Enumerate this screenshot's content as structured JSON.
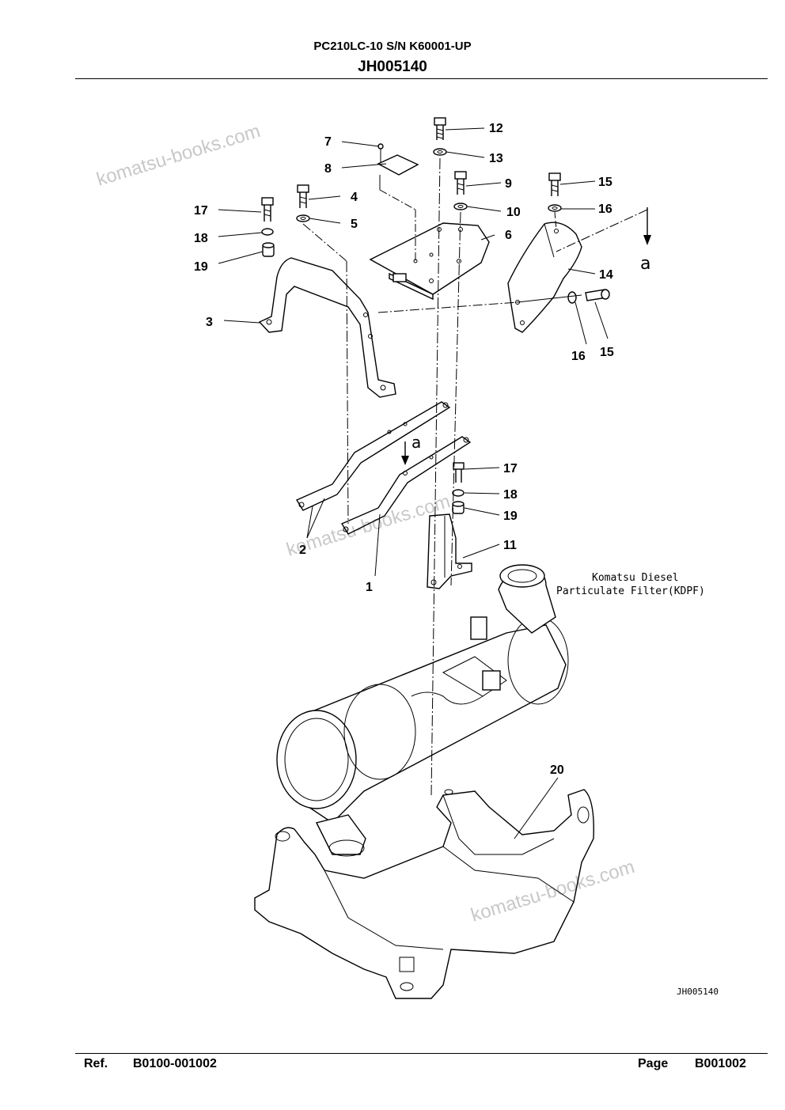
{
  "header": {
    "model": "PC210LC-10 S/N K60001-UP",
    "code": "JH005140"
  },
  "diagram": {
    "part_labels": [
      "1",
      "2",
      "3",
      "4",
      "5",
      "6",
      "7",
      "8",
      "9",
      "10",
      "11",
      "12",
      "13",
      "14",
      "15",
      "16",
      "17",
      "18",
      "19",
      "20"
    ],
    "view_marker": "a",
    "kdpf_label_line1": "Komatsu Diesel",
    "kdpf_label_line2": "Particulate Filter(KDPF)",
    "drawing_code": "JH005140",
    "watermark": "komatsu-books.com"
  },
  "footer": {
    "ref_label": "Ref.",
    "ref_value": "B0100-001002",
    "page_label": "Page",
    "page_value": "B001002"
  }
}
